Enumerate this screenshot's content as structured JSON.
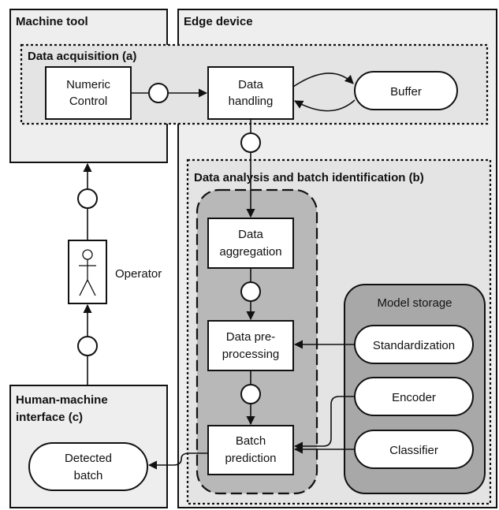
{
  "colors": {
    "outer_panel": "#eeeeee",
    "inner_panel": "#e4e4e4",
    "pipeline_panel": "#b8b8b8",
    "model_storage_panel": "#a8a8a8",
    "box_fill": "#ffffff",
    "stroke": "#111111"
  },
  "regions": {
    "machine_tool": "Machine tool",
    "edge_device": "Edge device",
    "data_acquisition": "Data acquisition (a)",
    "data_analysis": "Data analysis and batch identification (b)",
    "hmi": [
      "Human-machine",
      "interface (c)"
    ],
    "model_storage": "Model storage"
  },
  "nodes": {
    "numeric_control": [
      "Numeric",
      "Control"
    ],
    "data_handling": [
      "Data",
      "handling"
    ],
    "buffer": "Buffer",
    "data_aggregation": [
      "Data",
      "aggregation"
    ],
    "data_preprocessing": [
      "Data pre-",
      "processing"
    ],
    "batch_prediction": [
      "Batch",
      "prediction"
    ],
    "standardization": "Standardization",
    "encoder": "Encoder",
    "classifier": "Classifier",
    "detected_batch": [
      "Detected",
      "batch"
    ]
  },
  "operator": {
    "label": "Operator",
    "icon": "stick-figure-icon"
  }
}
